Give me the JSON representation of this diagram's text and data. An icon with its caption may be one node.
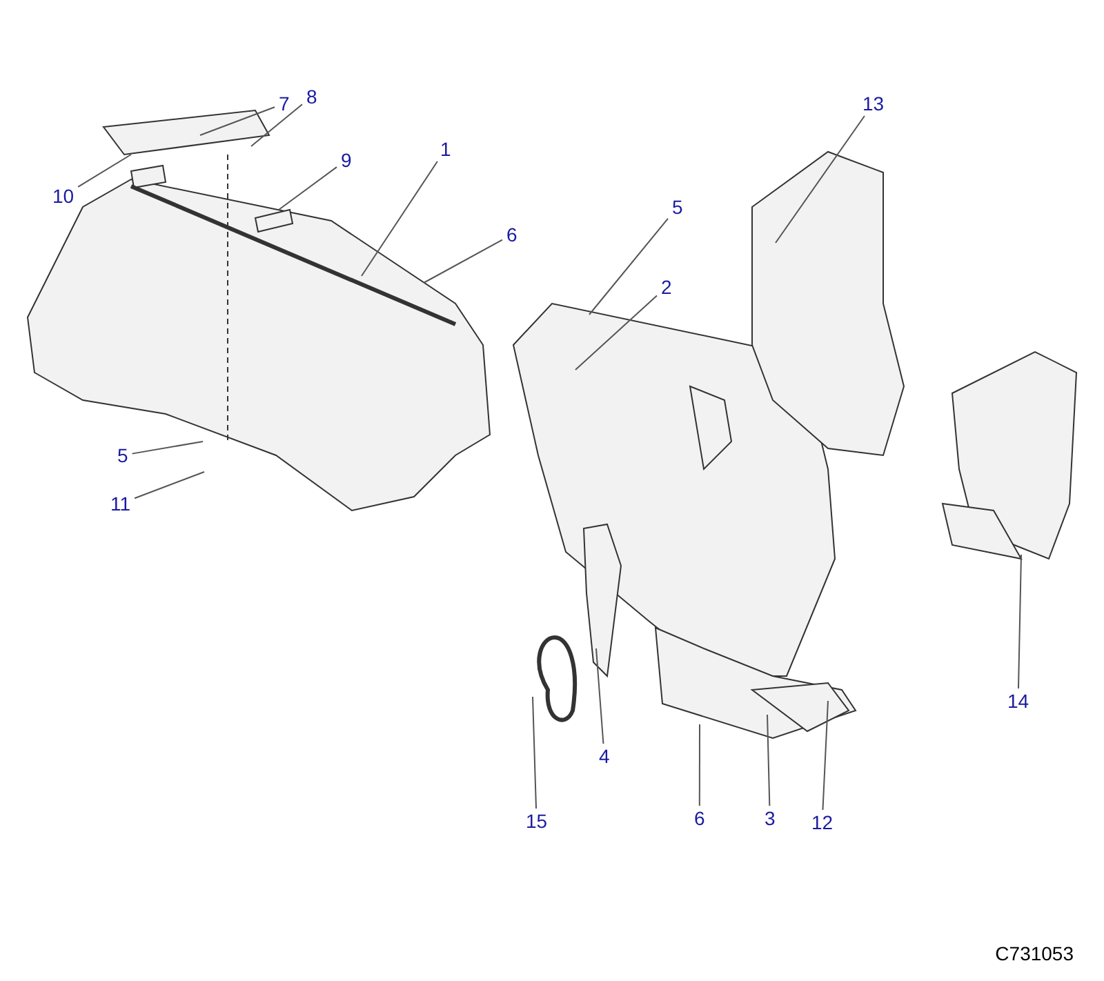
{
  "diagram": {
    "nodes": [
      {
        "text": [
          "7"
        ]
      },
      {
        "text": [
          "8"
        ]
      },
      {
        "text": [
          "10"
        ]
      },
      {
        "text": [
          "9"
        ]
      },
      {
        "text": [
          "1"
        ]
      },
      {
        "text": [
          "13"
        ]
      },
      {
        "text": [
          "5"
        ]
      },
      {
        "text": [
          "2"
        ]
      },
      {
        "text": [
          "6"
        ]
      },
      {
        "text": [
          "5"
        ]
      },
      {
        "text": [
          "11"
        ]
      },
      {
        "text": [
          "14"
        ]
      },
      {
        "text": [
          "4"
        ]
      },
      {
        "text": [
          "15"
        ]
      },
      {
        "text": [
          "6"
        ]
      },
      {
        "text": [
          "3"
        ]
      },
      {
        "text": [
          "12"
        ]
      }
    ],
    "edges": [
      {
        "from": 0,
        "to": null,
        "arrow": "none"
      },
      {
        "from": 1,
        "to": null,
        "arrow": "none"
      },
      {
        "from": 2,
        "to": null,
        "arrow": "none"
      },
      {
        "from": 3,
        "to": null,
        "arrow": "none"
      },
      {
        "from": 4,
        "to": null,
        "arrow": "none"
      },
      {
        "from": 5,
        "to": null,
        "arrow": "none"
      },
      {
        "from": 6,
        "to": null,
        "arrow": "none"
      },
      {
        "from": 7,
        "to": null,
        "arrow": "none"
      },
      {
        "from": 8,
        "to": null,
        "arrow": "none"
      },
      {
        "from": 9,
        "to": null,
        "arrow": "none"
      },
      {
        "from": 10,
        "to": null,
        "arrow": "none"
      },
      {
        "from": 11,
        "to": null,
        "arrow": "none"
      },
      {
        "from": 12,
        "to": null,
        "arrow": "none"
      },
      {
        "from": 13,
        "to": null,
        "arrow": "none"
      },
      {
        "from": 14,
        "to": null,
        "arrow": "none"
      },
      {
        "from": 15,
        "to": null,
        "arrow": "none"
      },
      {
        "from": 16,
        "to": null,
        "arrow": "none"
      }
    ],
    "labels": [
      "C731053"
    ]
  }
}
